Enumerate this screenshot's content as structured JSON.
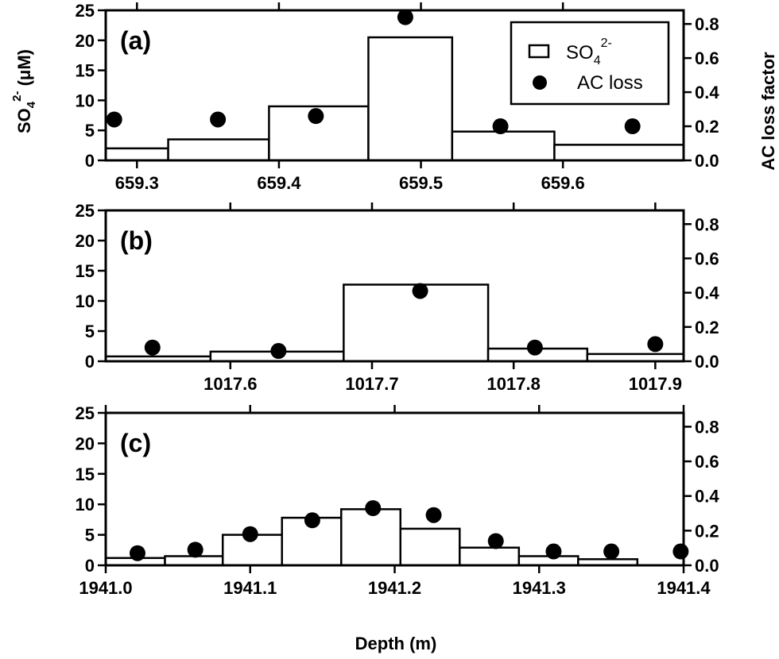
{
  "chart_data": {
    "type": "bar",
    "ylabel_left": "SO",
    "ylabel_left_sub": "4",
    "ylabel_left_sup": "2-",
    "ylabel_left_unit": " (μM)",
    "ylabel_right": "AC loss factor",
    "xlabel": "Depth (m)",
    "yleft_range": [
      0,
      25
    ],
    "yleft_ticks": [
      0,
      5,
      10,
      15,
      20,
      25
    ],
    "yright_range": [
      0,
      0.88
    ],
    "yright_ticks": [
      "0.0",
      "0.2",
      "0.4",
      "0.6",
      "0.8"
    ],
    "yright_tick_values": [
      0,
      0.2,
      0.4,
      0.6,
      0.8
    ],
    "legend": {
      "position": "top-right of panel (a)",
      "bar_label": "SO",
      "bar_label_sub": "4",
      "bar_label_sup": "2-",
      "dot_label": "AC loss"
    },
    "panels": [
      {
        "label": "(a)",
        "xrange": [
          659.278,
          659.685
        ],
        "xticks": [
          "659.3",
          "659.4",
          "659.5",
          "659.6"
        ],
        "xtick_values": [
          659.3,
          659.4,
          659.5,
          659.6
        ],
        "x_tick_labels_position": "below",
        "bars": [
          {
            "x0": 659.278,
            "x1": 659.322,
            "value": 2
          },
          {
            "x0": 659.322,
            "x1": 659.393,
            "value": 3.5
          },
          {
            "x0": 659.393,
            "x1": 659.463,
            "value": 9
          },
          {
            "x0": 659.463,
            "x1": 659.522,
            "value": 20.5
          },
          {
            "x0": 659.522,
            "x1": 659.594,
            "value": 4.8
          },
          {
            "x0": 659.594,
            "x1": 659.685,
            "value": 2.6
          }
        ],
        "ac_loss": [
          {
            "x": 659.284,
            "y": 0.24
          },
          {
            "x": 659.357,
            "y": 0.24
          },
          {
            "x": 659.426,
            "y": 0.26
          },
          {
            "x": 659.489,
            "y": 0.84
          },
          {
            "x": 659.556,
            "y": 0.2
          },
          {
            "x": 659.649,
            "y": 0.2
          }
        ]
      },
      {
        "label": "(b)",
        "xrange": [
          1017.512,
          1017.92
        ],
        "xticks": [
          "1017.6",
          "1017.7",
          "1017.8",
          "1017.9"
        ],
        "xtick_values": [
          1017.6,
          1017.7,
          1017.8,
          1017.9
        ],
        "x_tick_labels_position": "below",
        "bars": [
          {
            "x0": 1017.512,
            "x1": 1017.586,
            "value": 0.8
          },
          {
            "x0": 1017.586,
            "x1": 1017.68,
            "value": 1.6
          },
          {
            "x0": 1017.68,
            "x1": 1017.782,
            "value": 12.7
          },
          {
            "x0": 1017.782,
            "x1": 1017.852,
            "value": 2.1
          },
          {
            "x0": 1017.852,
            "x1": 1017.92,
            "value": 1.2
          }
        ],
        "ac_loss": [
          {
            "x": 1017.545,
            "y": 0.08
          },
          {
            "x": 1017.634,
            "y": 0.06
          },
          {
            "x": 1017.734,
            "y": 0.41
          },
          {
            "x": 1017.815,
            "y": 0.08
          },
          {
            "x": 1017.9,
            "y": 0.1
          }
        ]
      },
      {
        "label": "(c)",
        "xrange": [
          1941.0,
          1941.4
        ],
        "xticks": [
          "1941.0",
          "1941.1",
          "1941.2",
          "1941.3",
          "1941.4"
        ],
        "xtick_values": [
          1941.0,
          1941.1,
          1941.2,
          1941.3,
          1941.4
        ],
        "x_tick_labels_position": "below",
        "bars": [
          {
            "x0": 1941.0,
            "x1": 1941.041,
            "value": 1.2
          },
          {
            "x0": 1941.041,
            "x1": 1941.081,
            "value": 1.5
          },
          {
            "x0": 1941.081,
            "x1": 1941.122,
            "value": 5
          },
          {
            "x0": 1941.122,
            "x1": 1941.163,
            "value": 7.8
          },
          {
            "x0": 1941.163,
            "x1": 1941.204,
            "value": 9.2
          },
          {
            "x0": 1941.204,
            "x1": 1941.245,
            "value": 6
          },
          {
            "x0": 1941.245,
            "x1": 1941.286,
            "value": 2.9
          },
          {
            "x0": 1941.286,
            "x1": 1941.327,
            "value": 1.5
          },
          {
            "x0": 1941.327,
            "x1": 1941.368,
            "value": 1
          }
        ],
        "ac_loss": [
          {
            "x": 1941.022,
            "y": 0.07
          },
          {
            "x": 1941.062,
            "y": 0.09
          },
          {
            "x": 1941.1,
            "y": 0.18
          },
          {
            "x": 1941.143,
            "y": 0.26
          },
          {
            "x": 1941.185,
            "y": 0.33
          },
          {
            "x": 1941.227,
            "y": 0.29
          },
          {
            "x": 1941.27,
            "y": 0.14
          },
          {
            "x": 1941.31,
            "y": 0.08
          },
          {
            "x": 1941.35,
            "y": 0.08
          },
          {
            "x": 1941.398,
            "y": 0.08
          }
        ]
      }
    ]
  }
}
